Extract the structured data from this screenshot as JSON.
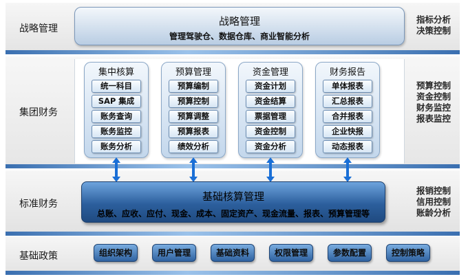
{
  "layers": {
    "strategy": {
      "label": "战略管理",
      "title": "战略管理",
      "subtitle": "管理驾驶仓、数据仓库、商业智能分析",
      "side": [
        "指标分析",
        "决策控制"
      ]
    },
    "group": {
      "label": "集团财务",
      "side": [
        "预算控制",
        "资金控制",
        "财务监控",
        "报表监控"
      ],
      "modules": [
        {
          "title": "集中核算",
          "items": [
            "统一科目",
            "SAP 集成",
            "账务查询",
            "账务监控",
            "账务分析"
          ]
        },
        {
          "title": "预算管理",
          "items": [
            "预算编制",
            "预算控制",
            "预算调整",
            "预算报表",
            "绩效分析"
          ]
        },
        {
          "title": "资金管理",
          "items": [
            "资金计划",
            "资金结算",
            "票据管理",
            "资金控制",
            "资金分析"
          ]
        },
        {
          "title": "财务报告",
          "items": [
            "单体报表",
            "汇总报表",
            "合并报表",
            "企业快报",
            "动态报表"
          ]
        }
      ]
    },
    "standard": {
      "label": "标准财务",
      "title": "基础核算管理",
      "subtitle": "总账、应收、应付、现金、成本、固定资产、现金流量、报表、预算管理等",
      "side": [
        "报销控制",
        "信用控制",
        "账龄分析"
      ]
    },
    "base": {
      "label": "基础政策",
      "buttons": [
        "组织架构",
        "用户管理",
        "基础资料",
        "权限管理",
        "参数配置",
        "控制策略"
      ]
    }
  },
  "colors": {
    "accent": "#2c5f9d",
    "module_border": "#8aa7c7",
    "arrow": "#1a6fd6"
  }
}
